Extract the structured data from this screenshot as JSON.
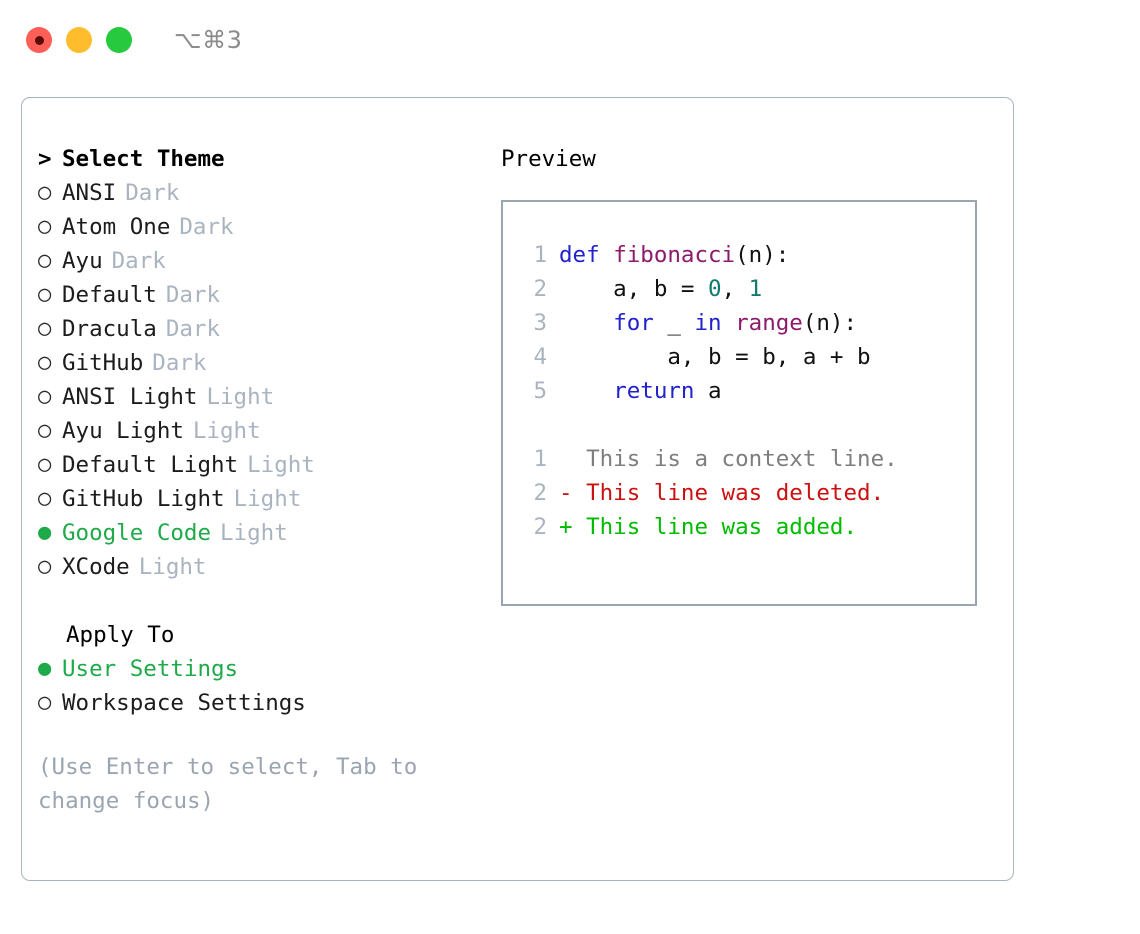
{
  "titlebar": {
    "shortcut": "⌥⌘3",
    "buttons": [
      {
        "name": "close",
        "color": "#ff5f56"
      },
      {
        "name": "minimize",
        "color": "#ffbd2e"
      },
      {
        "name": "maximize",
        "color": "#27c93f"
      }
    ]
  },
  "theme_picker": {
    "header_caret": ">",
    "header": "Select Theme",
    "bullet_unselected": "○",
    "bullet_selected": "●",
    "items": [
      {
        "bullet": "○",
        "name": "ANSI",
        "variant": "Dark",
        "selected": false
      },
      {
        "bullet": "○",
        "name": "Atom One",
        "variant": "Dark",
        "selected": false
      },
      {
        "bullet": "○",
        "name": "Ayu",
        "variant": "Dark",
        "selected": false
      },
      {
        "bullet": "○",
        "name": "Default",
        "variant": "Dark",
        "selected": false
      },
      {
        "bullet": "○",
        "name": "Dracula",
        "variant": "Dark",
        "selected": false
      },
      {
        "bullet": "○",
        "name": "GitHub",
        "variant": "Dark",
        "selected": false
      },
      {
        "bullet": "○",
        "name": "ANSI Light",
        "variant": "Light",
        "selected": false
      },
      {
        "bullet": "○",
        "name": "Ayu Light",
        "variant": "Light",
        "selected": false
      },
      {
        "bullet": "○",
        "name": "Default Light",
        "variant": "Light",
        "selected": false
      },
      {
        "bullet": "○",
        "name": "GitHub Light",
        "variant": "Light",
        "selected": false
      },
      {
        "bullet": "●",
        "name": "Google Code",
        "variant": "Light",
        "selected": true
      },
      {
        "bullet": "○",
        "name": "XCode",
        "variant": "Light",
        "selected": false
      }
    ]
  },
  "apply_to": {
    "header": "Apply To",
    "options": [
      {
        "bullet": "●",
        "label": "User Settings",
        "selected": true
      },
      {
        "bullet": "○",
        "label": "Workspace Settings",
        "selected": false
      }
    ]
  },
  "hint": "(Use Enter to select, Tab to change focus)",
  "preview": {
    "title": "Preview",
    "code_lines": [
      {
        "lineno": "1",
        "tokens": [
          {
            "t": "def ",
            "c": "kw"
          },
          {
            "t": "fibonacci",
            "c": "fn"
          },
          {
            "t": "(n):",
            "c": "pun"
          }
        ]
      },
      {
        "lineno": "2",
        "tokens": [
          {
            "t": "    a, b = ",
            "c": "pun"
          },
          {
            "t": "0",
            "c": "num"
          },
          {
            "t": ", ",
            "c": "pun"
          },
          {
            "t": "1",
            "c": "num"
          }
        ]
      },
      {
        "lineno": "3",
        "tokens": [
          {
            "t": "    ",
            "c": "pun"
          },
          {
            "t": "for",
            "c": "kw"
          },
          {
            "t": " _ ",
            "c": "pun"
          },
          {
            "t": "in",
            "c": "kw"
          },
          {
            "t": " ",
            "c": "pun"
          },
          {
            "t": "range",
            "c": "fn"
          },
          {
            "t": "(n):",
            "c": "pun"
          }
        ]
      },
      {
        "lineno": "4",
        "tokens": [
          {
            "t": "        a, b = b, a + b",
            "c": "pun"
          }
        ]
      },
      {
        "lineno": "5",
        "tokens": [
          {
            "t": "    ",
            "c": "pun"
          },
          {
            "t": "return",
            "c": "kw"
          },
          {
            "t": " a",
            "c": "pun"
          }
        ]
      }
    ],
    "diff_lines": [
      {
        "lineno": "1",
        "marker": "  ",
        "text": "This is a context line.",
        "kind": "ctx"
      },
      {
        "lineno": "2",
        "marker": "- ",
        "text": "This line was deleted.",
        "kind": "del"
      },
      {
        "lineno": "2",
        "marker": "+ ",
        "text": "This line was added.",
        "kind": "add"
      }
    ]
  },
  "colors": {
    "accent_green": "#1faa4a",
    "muted": "#9aa5b1",
    "lineno": "#aab4bf",
    "keyword": "#2222cc",
    "function": "#8e1a6b",
    "number": "#0f7a72",
    "diff_delete": "#cc1111",
    "diff_add": "#00bb00",
    "border": "#aab4c0"
  }
}
